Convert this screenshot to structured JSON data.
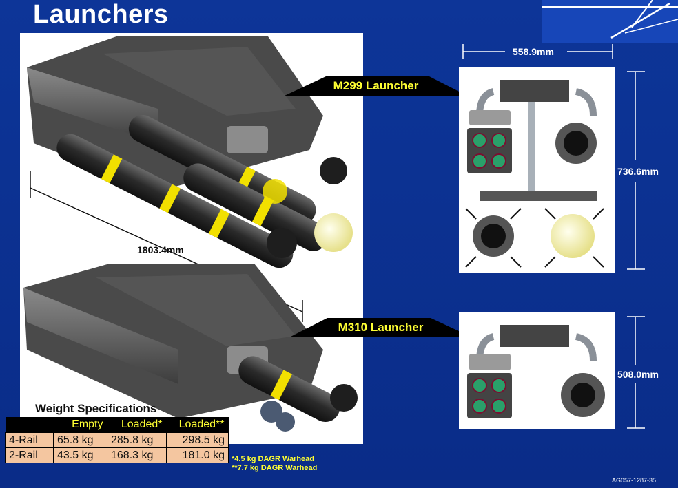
{
  "title": "Launchers",
  "dimensions": {
    "length": "1803.4mm",
    "m299_width": "558.9mm",
    "m299_height": "736.6mm",
    "m310_height": "508.0mm"
  },
  "callouts": {
    "m299": "M299 Launcher",
    "m310": "M310 Launcher"
  },
  "weights": {
    "title": "Weight Specifications",
    "headers": [
      "",
      "Empty",
      "Loaded*",
      "Loaded**"
    ],
    "rows": [
      {
        "label": "4-Rail",
        "empty": "65.8 kg",
        "loaded1": "285.8 kg",
        "loaded2": "298.5 kg"
      },
      {
        "label": "2-Rail",
        "empty": "43.5 kg",
        "loaded1": "168.3 kg",
        "loaded2": "181.0 kg"
      }
    ]
  },
  "footnotes": {
    "note1": "*4.5 kg DAGR Warhead",
    "note2": "**7.7 kg DAGR Warhead"
  },
  "document_code": "AG057-1287-35",
  "colors": {
    "background": "#0b2f8f",
    "callout_text": "#ffff33",
    "table_cell": "#f4c6a0",
    "missile_yellow": "#f2e000"
  }
}
